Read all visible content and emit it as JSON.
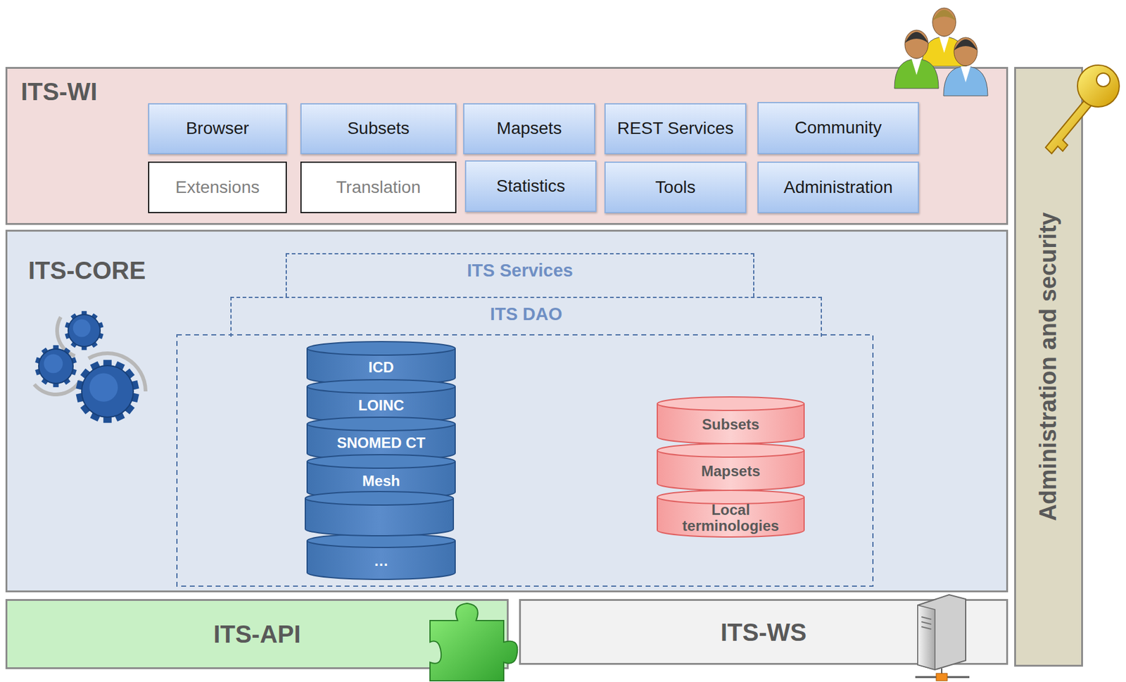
{
  "diagram": {
    "nodes": [
      {
        "text": [
          "ITS-WI"
        ]
      },
      {
        "text": [
          "Browser"
        ],
        "in": 0
      },
      {
        "text": [
          "Subsets"
        ],
        "in": 0
      },
      {
        "text": [
          "Mapsets"
        ],
        "in": 0
      },
      {
        "text": [
          "REST Services"
        ],
        "in": 0
      },
      {
        "text": [
          "Community"
        ],
        "in": 0
      },
      {
        "text": [
          "Extensions"
        ],
        "in": 0
      },
      {
        "text": [
          "Translation"
        ],
        "in": 0
      },
      {
        "text": [
          "Statistics"
        ],
        "in": 0
      },
      {
        "text": [
          "Tools"
        ],
        "in": 0
      },
      {
        "text": [
          "Administration"
        ],
        "in": 0
      },
      {
        "text": [
          "ITS-CORE"
        ]
      },
      {
        "text": [
          "ITS Services"
        ],
        "in": 11
      },
      {
        "text": [
          "ITS DAO"
        ],
        "in": 11
      },
      {
        "text": [
          "ICD"
        ],
        "in": 11
      },
      {
        "text": [
          "LOINC"
        ],
        "in": 11
      },
      {
        "text": [
          "SNOMED CT"
        ],
        "in": 11
      },
      {
        "text": [
          "Mesh"
        ],
        "in": 11
      },
      {
        "text": [
          "…"
        ],
        "in": 11
      },
      {
        "text": [
          "Subsets"
        ],
        "in": 11
      },
      {
        "text": [
          "Mapsets"
        ],
        "in": 11
      },
      {
        "text": [
          "Local terminologies"
        ],
        "in": 11
      },
      {
        "text": [
          "ITS-API"
        ]
      },
      {
        "text": [
          "ITS-WS"
        ]
      },
      {
        "text": [
          "Administration and security"
        ]
      }
    ]
  }
}
